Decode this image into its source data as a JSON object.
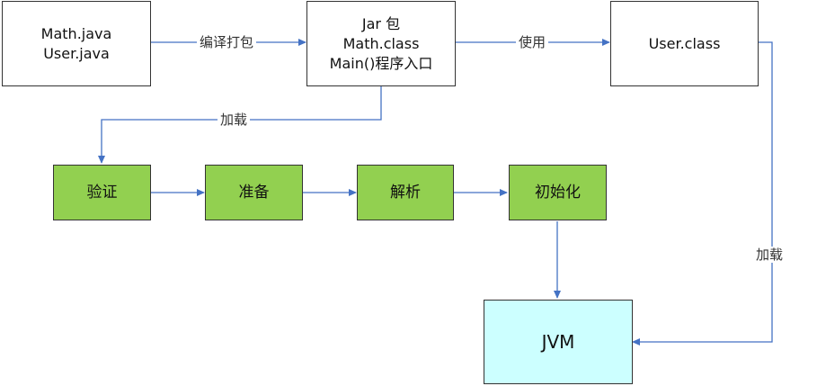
{
  "nodes": {
    "source": {
      "lines": [
        "Math.java",
        "User.java"
      ]
    },
    "jar": {
      "lines": [
        "Jar 包",
        "Math.class",
        "Main()程序入口"
      ]
    },
    "user_class": {
      "lines": [
        "User.class"
      ]
    },
    "verify": {
      "label": "验证"
    },
    "prepare": {
      "label": "准备"
    },
    "resolve": {
      "label": "解析"
    },
    "init": {
      "label": "初始化"
    },
    "jvm": {
      "label": "JVM"
    }
  },
  "edges": {
    "compile": "编译打包",
    "use": "使用",
    "load_left": "加载",
    "load_right": "加载"
  },
  "colors": {
    "stage_fill": "#92d050",
    "jvm_fill": "#ccffff",
    "arrow": "#4472c4",
    "border": "#333333"
  }
}
